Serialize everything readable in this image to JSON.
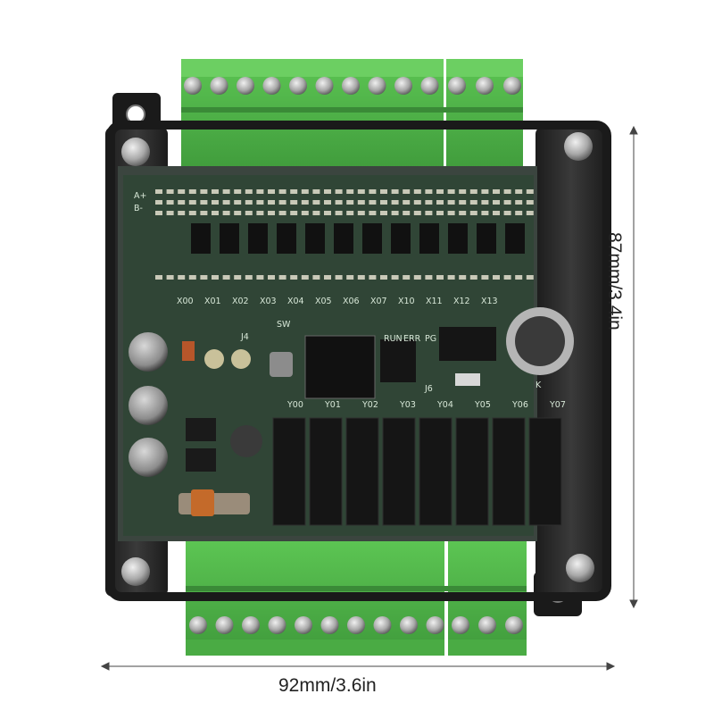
{
  "product": {
    "title": "PLC controller board in transparent housing (product photo)"
  },
  "dimensions": {
    "width_label": "92mm/3.6in",
    "height_label": "87mm/3.4in"
  },
  "silkscreen": {
    "inputs": [
      "X00",
      "X01",
      "X02",
      "X03",
      "X04",
      "X05",
      "X06",
      "X07",
      "X10",
      "X11",
      "X12",
      "X13"
    ],
    "outputs": [
      "Y00",
      "Y01",
      "Y02",
      "Y03",
      "Y04",
      "Y05",
      "Y06",
      "Y07"
    ],
    "misc": {
      "a_plus": "A+",
      "b_minus": "B-",
      "j4": "J4",
      "j6": "J6",
      "run": "RUN",
      "err": "ERR",
      "pg": "PG",
      "sw": "SW",
      "k": "K"
    }
  },
  "colors": {
    "pcb": "#243a2a",
    "terminal": "#4fb84a",
    "housing": "#2b2b2b",
    "relay": "#151515"
  }
}
